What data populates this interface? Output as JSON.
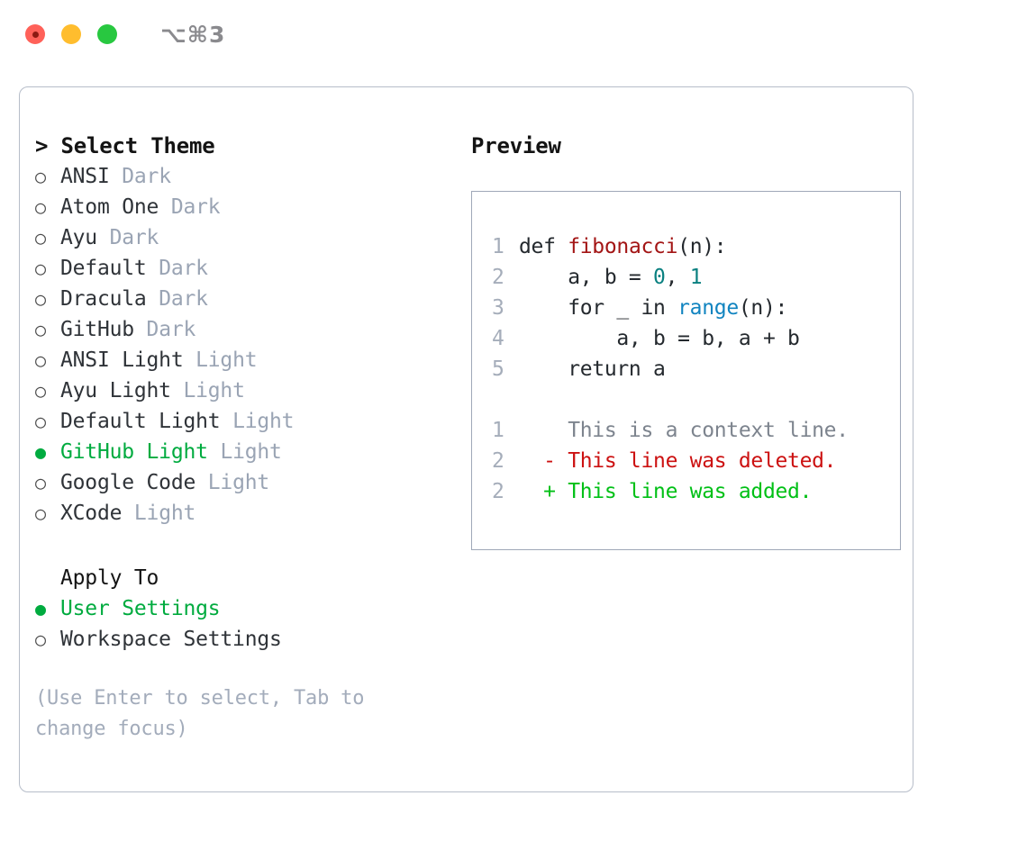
{
  "window": {
    "shortcut": "⌥⌘3",
    "traffic_lights": [
      "close",
      "minimize",
      "zoom"
    ],
    "colors": {
      "close": "#ff6159",
      "minimize": "#ffbd2e",
      "zoom": "#28c840",
      "accent_green": "#00ab3f",
      "muted": "#9aa4b4",
      "border": "#b6bdc9",
      "preview_border": "#9fa8b8"
    }
  },
  "theme_picker": {
    "header": "> Select Theme",
    "bullet_unselected": "○",
    "bullet_selected": "●",
    "items": [
      {
        "name": "ANSI",
        "tag": "Dark",
        "selected": false
      },
      {
        "name": "Atom One",
        "tag": "Dark",
        "selected": false
      },
      {
        "name": "Ayu",
        "tag": "Dark",
        "selected": false
      },
      {
        "name": "Default",
        "tag": "Dark",
        "selected": false
      },
      {
        "name": "Dracula",
        "tag": "Dark",
        "selected": false
      },
      {
        "name": "GitHub",
        "tag": "Dark",
        "selected": false
      },
      {
        "name": "ANSI Light",
        "tag": "Light",
        "selected": false
      },
      {
        "name": "Ayu Light",
        "tag": "Light",
        "selected": false
      },
      {
        "name": "Default Light",
        "tag": "Light",
        "selected": false
      },
      {
        "name": "GitHub Light",
        "tag": "Light",
        "selected": true
      },
      {
        "name": "Google Code",
        "tag": "Light",
        "selected": false
      },
      {
        "name": "XCode",
        "tag": "Light",
        "selected": false
      }
    ]
  },
  "apply_to": {
    "header": "Apply To",
    "items": [
      {
        "name": "User Settings",
        "selected": true
      },
      {
        "name": "Workspace Settings",
        "selected": false
      }
    ]
  },
  "hint": "(Use Enter to select, Tab to change focus)",
  "preview": {
    "header": "Preview",
    "code_lines": [
      {
        "num": "1",
        "tokens": [
          {
            "t": "def ",
            "k": "plain"
          },
          {
            "t": "fibonacci",
            "k": "fn"
          },
          {
            "t": "(n):",
            "k": "plain"
          }
        ]
      },
      {
        "num": "2",
        "tokens": [
          {
            "t": "    a, b = ",
            "k": "plain"
          },
          {
            "t": "0",
            "k": "num"
          },
          {
            "t": ", ",
            "k": "plain"
          },
          {
            "t": "1",
            "k": "num"
          }
        ]
      },
      {
        "num": "3",
        "tokens": [
          {
            "t": "    for _ in ",
            "k": "plain"
          },
          {
            "t": "range",
            "k": "call"
          },
          {
            "t": "(n):",
            "k": "plain"
          }
        ]
      },
      {
        "num": "4",
        "tokens": [
          {
            "t": "        a, b = b, a + b",
            "k": "plain"
          }
        ]
      },
      {
        "num": "5",
        "tokens": [
          {
            "t": "    return a",
            "k": "plain"
          }
        ]
      }
    ],
    "diff_lines": [
      {
        "num": "1",
        "marker": "  ",
        "text": "This is a context line.",
        "kind": "ctx"
      },
      {
        "num": "2",
        "marker": "- ",
        "text": "This line was deleted.",
        "kind": "del"
      },
      {
        "num": "2",
        "marker": "+ ",
        "text": "This line was added.",
        "kind": "add"
      }
    ]
  }
}
